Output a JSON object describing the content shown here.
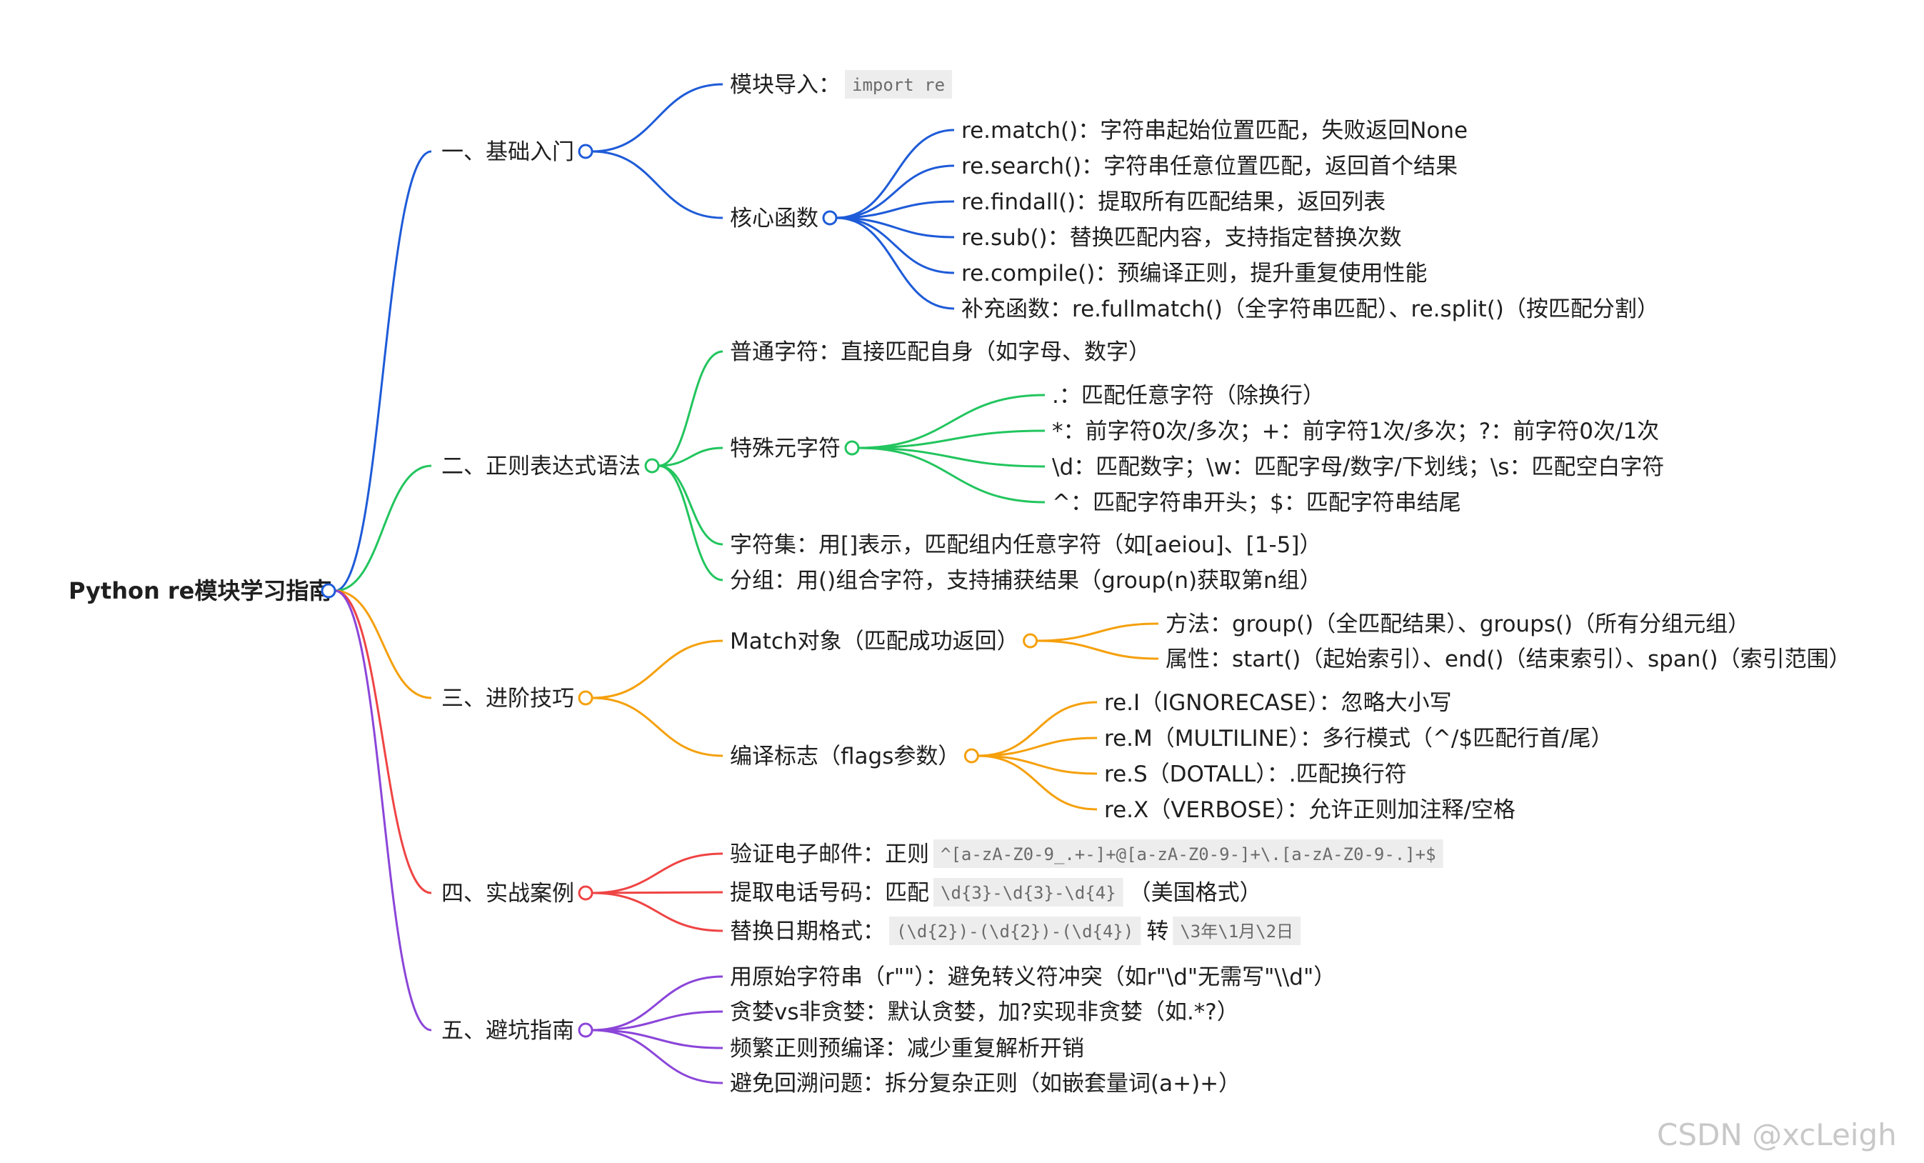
{
  "root": {
    "label": "Python re模块学习指南"
  },
  "watermark": "CSDN @xcLeigh",
  "colors": {
    "blue": "#1e5bd8",
    "green": "#22c55e",
    "orange": "#f5a00c",
    "red": "#ef4444",
    "purple": "#8b45d9"
  },
  "branches": [
    {
      "label": "一、基础入门",
      "color": "blue",
      "children": [
        {
          "parts": [
            {
              "t": "模块导入："
            },
            {
              "code": "import re"
            }
          ]
        },
        {
          "label": "核心函数",
          "children": [
            {
              "parts": [
                {
                  "t": "re.match()：字符串起始位置匹配，失败返回None"
                }
              ]
            },
            {
              "parts": [
                {
                  "t": "re.search()：字符串任意位置匹配，返回首个结果"
                }
              ]
            },
            {
              "parts": [
                {
                  "t": "re.findall()：提取所有匹配结果，返回列表"
                }
              ]
            },
            {
              "parts": [
                {
                  "t": "re.sub()：替换匹配内容，支持指定替换次数"
                }
              ]
            },
            {
              "parts": [
                {
                  "t": "re.compile()：预编译正则，提升重复使用性能"
                }
              ]
            },
            {
              "parts": [
                {
                  "t": "补充函数：re.fullmatch()（全字符串匹配）、re.split()（按匹配分割）"
                }
              ]
            }
          ]
        }
      ]
    },
    {
      "label": "二、正则表达式语法",
      "color": "green",
      "children": [
        {
          "parts": [
            {
              "t": "普通字符：直接匹配自身（如字母、数字）"
            }
          ]
        },
        {
          "label": "特殊元字符",
          "children": [
            {
              "parts": [
                {
                  "t": ".：匹配任意字符（除换行）"
                }
              ]
            },
            {
              "parts": [
                {
                  "t": "*：前字符0次/多次；+：前字符1次/多次；?：前字符0次/1次"
                }
              ]
            },
            {
              "parts": [
                {
                  "t": "\\d：匹配数字；\\w：匹配字母/数字/下划线；\\s：匹配空白字符"
                }
              ]
            },
            {
              "parts": [
                {
                  "t": "^：匹配字符串开头；$：匹配字符串结尾"
                }
              ]
            }
          ]
        },
        {
          "parts": [
            {
              "t": "字符集：用[]表示，匹配组内任意字符（如[aeiou]、[1-5]）"
            }
          ]
        },
        {
          "parts": [
            {
              "t": "分组：用()组合字符，支持捕获结果（group(n)获取第n组）"
            }
          ]
        }
      ]
    },
    {
      "label": "三、进阶技巧",
      "color": "orange",
      "children": [
        {
          "label": "Match对象（匹配成功返回）",
          "children": [
            {
              "parts": [
                {
                  "t": "方法：group()（全匹配结果）、groups()（所有分组元组）"
                }
              ]
            },
            {
              "parts": [
                {
                  "t": "属性：start()（起始索引）、end()（结束索引）、span()（索引范围）"
                }
              ]
            }
          ]
        },
        {
          "label": "编译标志（flags参数）",
          "children": [
            {
              "parts": [
                {
                  "t": "re.I（IGNORECASE）：忽略大小写"
                }
              ]
            },
            {
              "parts": [
                {
                  "t": "re.M（MULTILINE）：多行模式（^/$匹配行首/尾）"
                }
              ]
            },
            {
              "parts": [
                {
                  "t": "re.S（DOTALL）：.匹配换行符"
                }
              ]
            },
            {
              "parts": [
                {
                  "t": "re.X（VERBOSE）：允许正则加注释/空格"
                }
              ]
            }
          ]
        }
      ]
    },
    {
      "label": "四、实战案例",
      "color": "red",
      "children": [
        {
          "parts": [
            {
              "t": "验证电子邮件：正则"
            },
            {
              "code": "^[a-zA-Z0-9_.+-]+@[a-zA-Z0-9-]+\\.[a-zA-Z0-9-.]+$"
            }
          ]
        },
        {
          "parts": [
            {
              "t": "提取电话号码：匹配"
            },
            {
              "code": "\\d{3}-\\d{3}-\\d{4}"
            },
            {
              "t": "（美国格式）"
            }
          ]
        },
        {
          "parts": [
            {
              "t": "替换日期格式："
            },
            {
              "code": "(\\d{2})-(\\d{2})-(\\d{4})"
            },
            {
              "t": "转"
            },
            {
              "code": "\\3年\\1月\\2日"
            }
          ]
        }
      ]
    },
    {
      "label": "五、避坑指南",
      "color": "purple",
      "children": [
        {
          "parts": [
            {
              "t": "用原始字符串（r\"\"）：避免转义符冲突（如r\"\\d\"无需写\"\\\\d\"）"
            }
          ]
        },
        {
          "parts": [
            {
              "t": "贪婪vs非贪婪：默认贪婪，加?实现非贪婪（如.*?）"
            }
          ]
        },
        {
          "parts": [
            {
              "t": "频繁正则预编译：减少重复解析开销"
            }
          ]
        },
        {
          "parts": [
            {
              "t": "避免回溯问题：拆分复杂正则（如嵌套量词(a+)+）"
            }
          ]
        }
      ]
    }
  ]
}
